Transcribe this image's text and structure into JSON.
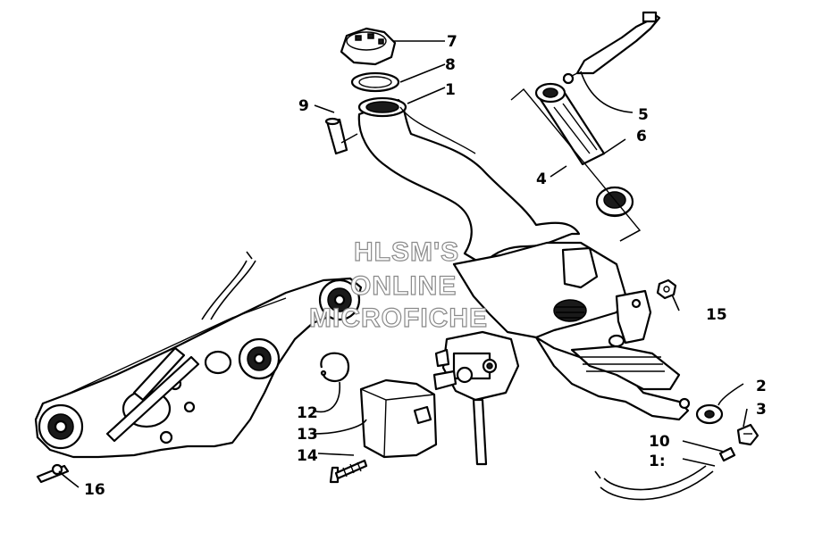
{
  "watermark": {
    "line1": "HLSM'S",
    "line2": "ONLINE",
    "line3": "MICROFICHE"
  },
  "callouts": {
    "c1": "1",
    "c2": "2",
    "c3": "3",
    "c4": "4",
    "c5": "5",
    "c6": "6",
    "c7": "7",
    "c8": "8",
    "c9": "9",
    "c10": "10",
    "c11": "1:",
    "c12": "12",
    "c13": "13",
    "c14": "14",
    "c15": "15",
    "c16": "16"
  },
  "colors": {
    "line": "#000000",
    "background": "#ffffff",
    "watermark_outline": "#8a8a8a"
  }
}
